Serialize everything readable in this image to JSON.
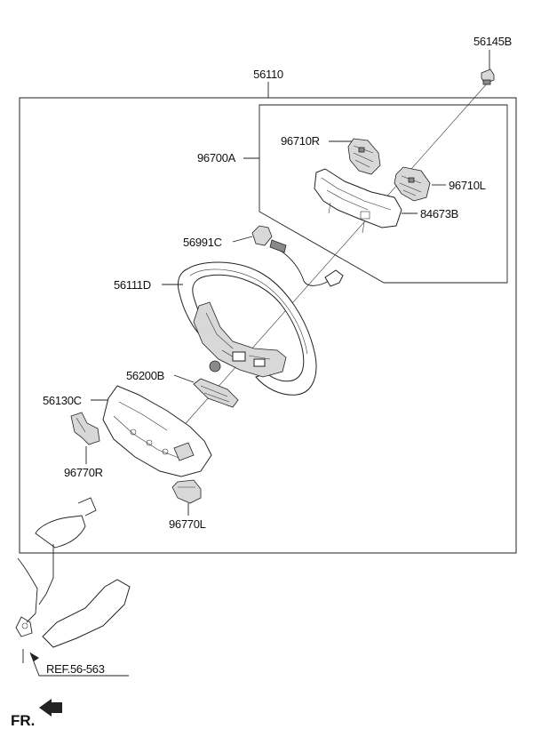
{
  "labels": {
    "p56145B": "56145B",
    "p56110": "56110",
    "p96710R": "96710R",
    "p96700A": "96700A",
    "p96710L": "96710L",
    "p84673B": "84673B",
    "p56991C": "56991C",
    "p56111D": "56111D",
    "p56200B": "56200B",
    "p56130C": "56130C",
    "p96770R": "96770R",
    "p96770L": "96770L",
    "ref": "REF.56-563",
    "fr": "FR."
  }
}
